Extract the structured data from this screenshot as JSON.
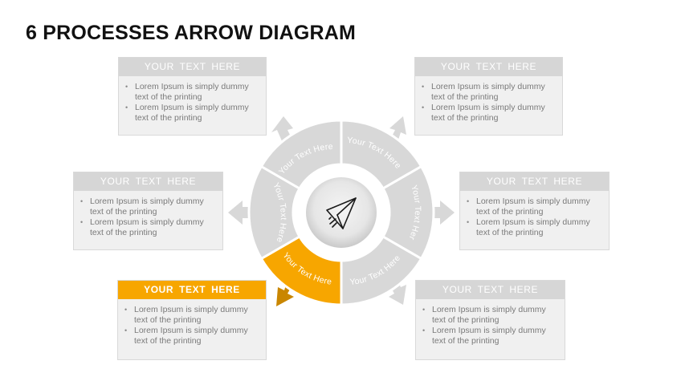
{
  "title": "6 PROCESSES ARROW DIAGRAM",
  "colors": {
    "accent": "#f7a600",
    "accent_dark": "#c98600",
    "segment": "#d8d8d8",
    "arrow": "#d8d8d8",
    "card_bg": "#f0f0f0",
    "card_head": "#d6d6d6"
  },
  "cards": [
    {
      "id": "top-left",
      "heading": "YOUR TEXT HERE",
      "bullets": [
        "Lorem Ipsum is simply dummy text of the printing",
        "Lorem Ipsum is simply dummy text of the printing"
      ],
      "active": false
    },
    {
      "id": "top-right",
      "heading": "YOUR TEXT HERE",
      "bullets": [
        "Lorem Ipsum is simply dummy text of the printing",
        "Lorem Ipsum is simply dummy text of the printing"
      ],
      "active": false
    },
    {
      "id": "mid-left",
      "heading": "YOUR TEXT HERE",
      "bullets": [
        "Lorem Ipsum is simply dummy text of the printing",
        "Lorem Ipsum is simply dummy text of the printing"
      ],
      "active": false
    },
    {
      "id": "mid-right",
      "heading": "YOUR TEXT HERE",
      "bullets": [
        "Lorem Ipsum is simply dummy text of the printing",
        "Lorem Ipsum is simply dummy text of the printing"
      ],
      "active": false
    },
    {
      "id": "bottom-left",
      "heading": "YOUR TEXT HERE",
      "bullets": [
        "Lorem Ipsum is simply dummy text of the printing",
        "Lorem Ipsum is simply dummy text of the printing"
      ],
      "active": true
    },
    {
      "id": "bottom-right",
      "heading": "YOUR TEXT HERE",
      "bullets": [
        "Lorem Ipsum is simply dummy text of the printing",
        "Lorem Ipsum is simply dummy text of the printing"
      ],
      "active": false
    }
  ],
  "wheel": {
    "center_icon": "paper-plane-icon",
    "segments": [
      {
        "position": "upper-left",
        "label": "Your Text Here",
        "active": false
      },
      {
        "position": "upper-right",
        "label": "Your Text Here",
        "active": false
      },
      {
        "position": "right",
        "label": "Your Text Here",
        "active": false
      },
      {
        "position": "lower-right",
        "label": "Your Text Here",
        "active": false
      },
      {
        "position": "lower-left",
        "label": "Your Text Here",
        "active": true
      },
      {
        "position": "left",
        "label": "Your Text Here",
        "active": false
      }
    ]
  }
}
